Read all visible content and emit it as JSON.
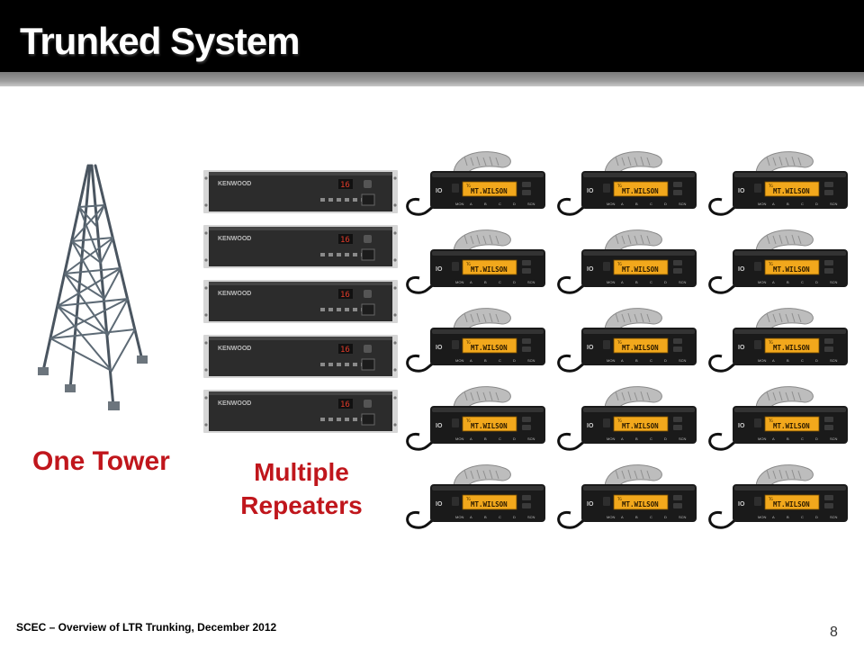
{
  "slide": {
    "title": "Trunked System",
    "labels": {
      "tower": "One Tower",
      "repeaters_line1": "Multiple",
      "repeaters_line2": "Repeaters"
    },
    "footer": "SCEC – Overview of LTR Trunking, December 2012",
    "page_number": "8"
  },
  "repeater": {
    "brand": "KENWOOD",
    "channel": "16",
    "count": 5
  },
  "radio": {
    "display": "MT.WILSON",
    "display_small": "TG",
    "brand": "IO",
    "keys": [
      "MON",
      "A",
      "B",
      "C",
      "D",
      "SCN"
    ],
    "count": 15
  },
  "colors": {
    "title_bar": "#000000",
    "label_red": "#c0161c",
    "lcd": "#f2a81c"
  }
}
